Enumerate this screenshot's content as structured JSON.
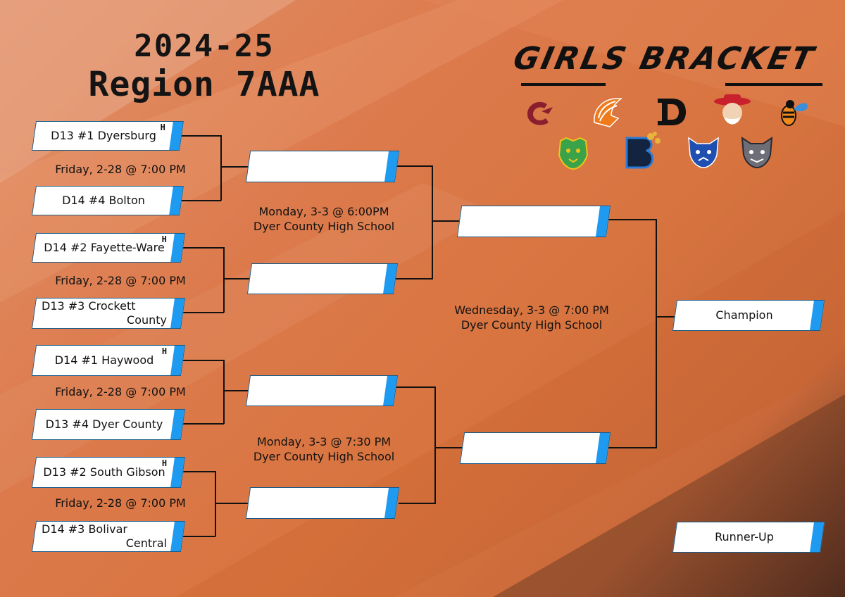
{
  "title": {
    "line1": "2024-25",
    "line2": "Region 7AAA"
  },
  "brand": "GIRLS BRACKET",
  "host_marker": "H",
  "round1": [
    {
      "seed": "D13 #1 Dyersburg",
      "host": true
    },
    {
      "seed": "D14 #4 Bolton",
      "host": false
    },
    {
      "seed": "D14 #2 Fayette-Ware",
      "host": true
    },
    {
      "seed": "D13 #3 Crockett",
      "seed_line2": "County",
      "host": false
    },
    {
      "seed": "D14 #1 Haywood",
      "host": true
    },
    {
      "seed": "D13 #4 Dyer County",
      "host": false
    },
    {
      "seed": "D13 #2 South Gibson",
      "host": true
    },
    {
      "seed": "D14 #3  Bolivar",
      "seed_line2": "Central",
      "host": false
    }
  ],
  "round1_times": [
    "Friday, 2-28 @ 7:00 PM",
    "Friday, 2-28 @ 7:00 PM",
    "Friday, 2-28 @ 7:00 PM",
    "Friday, 2-28 @ 7:00 PM"
  ],
  "semis_top": {
    "date": "Monday, 3-3 @ 6:00PM",
    "venue": "Dyer County High School"
  },
  "semis_bottom": {
    "date": "Monday, 3-3 @ 7:30 PM",
    "venue": "Dyer County High School"
  },
  "final": {
    "date": "Wednesday, 3-3 @ 7:00 PM",
    "venue": "Dyer County High School"
  },
  "champion_label": "Champion",
  "runner_up_label": "Runner-Up",
  "colors": {
    "accent_blue": "#1e9af0",
    "background": "#dc7a4c",
    "ink": "#111111"
  },
  "logos": [
    "cavaliers-c-logo",
    "orange-warrior-logo",
    "black-d-logo",
    "rebel-mascot-logo",
    "hornet-logo",
    "green-tiger-logo",
    "blue-b-paw-logo",
    "blue-wildcat-logo",
    "gray-wildcat-logo"
  ]
}
